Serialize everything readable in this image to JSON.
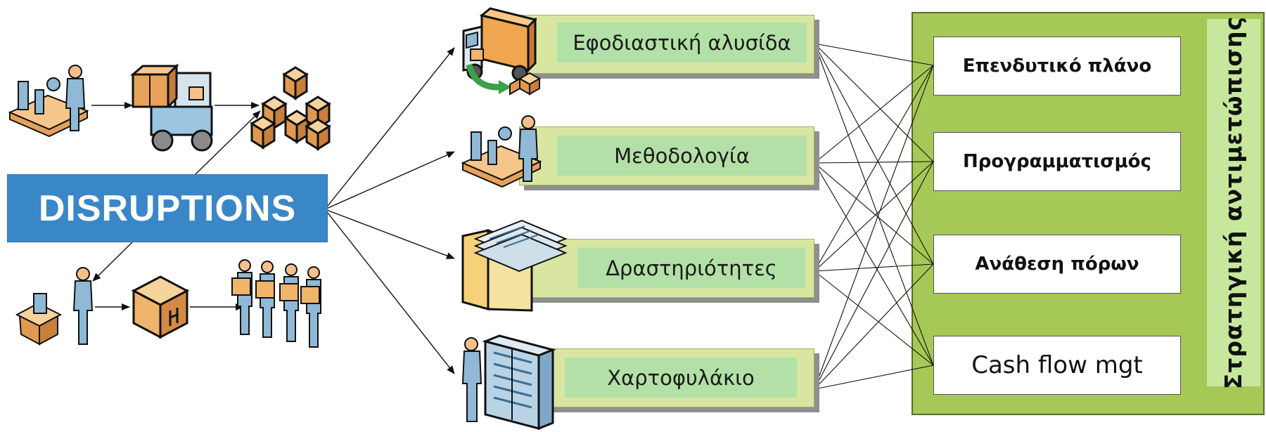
{
  "main_label": "DISRUPTIONS",
  "categories": [
    "Εφοδιαστική αλυσίδα",
    "Μεθοδολογία",
    "Δραστηριότητες",
    "Χαρτοφυλάκιο"
  ],
  "strategic_response": {
    "title": "Στρατηγική αντιμετώπισης",
    "items": [
      "Επενδυτικό πλάνο",
      "Προγραμματισμός",
      "Ανάθεση πόρων",
      "Cash flow mgt"
    ]
  },
  "icons": [
    "assembly-worker-icon",
    "forklift-icon",
    "boxes-stack-icon",
    "packing-worker-icon",
    "package-icon",
    "team-with-boxes-icon",
    "delivery-truck-icon",
    "methodology-worker-icon",
    "documents-folder-icon",
    "server-rack-worker-icon"
  ],
  "colors": {
    "disruptions_fill": "#3a87c8",
    "category_outer": "#d8e6a2",
    "category_inner": "#b3e0a6",
    "strategy_panel": "#a6c857",
    "strategy_title_bg": "#c7e89c"
  }
}
